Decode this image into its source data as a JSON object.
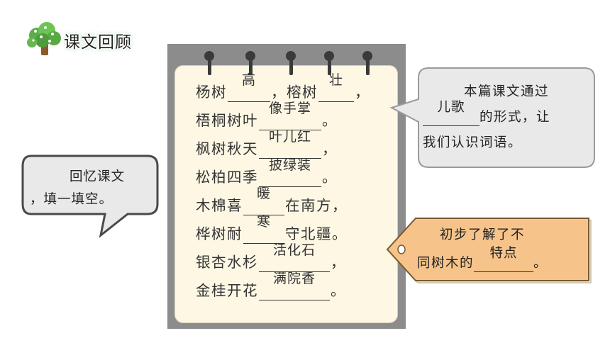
{
  "header": {
    "title": "课文回顾",
    "icon": "tree-icon"
  },
  "notepad": {
    "lines": [
      {
        "p1": "杨树",
        "b1": "高",
        "p2": "，榕树",
        "b2": "壮",
        "p3": "，"
      },
      {
        "p1": "梧桐树叶",
        "b1": "像手掌",
        "p2": "。"
      },
      {
        "p1": "枫树秋天",
        "b1": "叶儿红",
        "p2": "，"
      },
      {
        "p1": "松柏四季",
        "b1": "披绿装",
        "p2": "。"
      },
      {
        "p1": "木棉喜",
        "b1": "暖",
        "p2": "在南方，"
      },
      {
        "p1": "桦树耐",
        "b1": "寒",
        "p2": "守北疆。"
      },
      {
        "p1": "银杏水杉",
        "b1": "活化石",
        "p2": "，"
      },
      {
        "p1": "金桂开花",
        "b1": "满院香",
        "p2": "。"
      }
    ]
  },
  "left_bubble": {
    "line1": "回忆课文",
    "line2": "，填一填空。"
  },
  "right_bubble": {
    "line1": "本篇课文通过",
    "blank": "儿歌",
    "line2_rest": "的形式，让",
    "line3": "我们认识词语。"
  },
  "tag": {
    "line1": "初步了解了不",
    "line2_pre": "同树木的",
    "blank": "特点",
    "line2_post": "。"
  },
  "colors": {
    "bubble_gray": "#e9e9e9",
    "tag_orange": "#f6c48a",
    "notepad": "#fdf7e4"
  }
}
